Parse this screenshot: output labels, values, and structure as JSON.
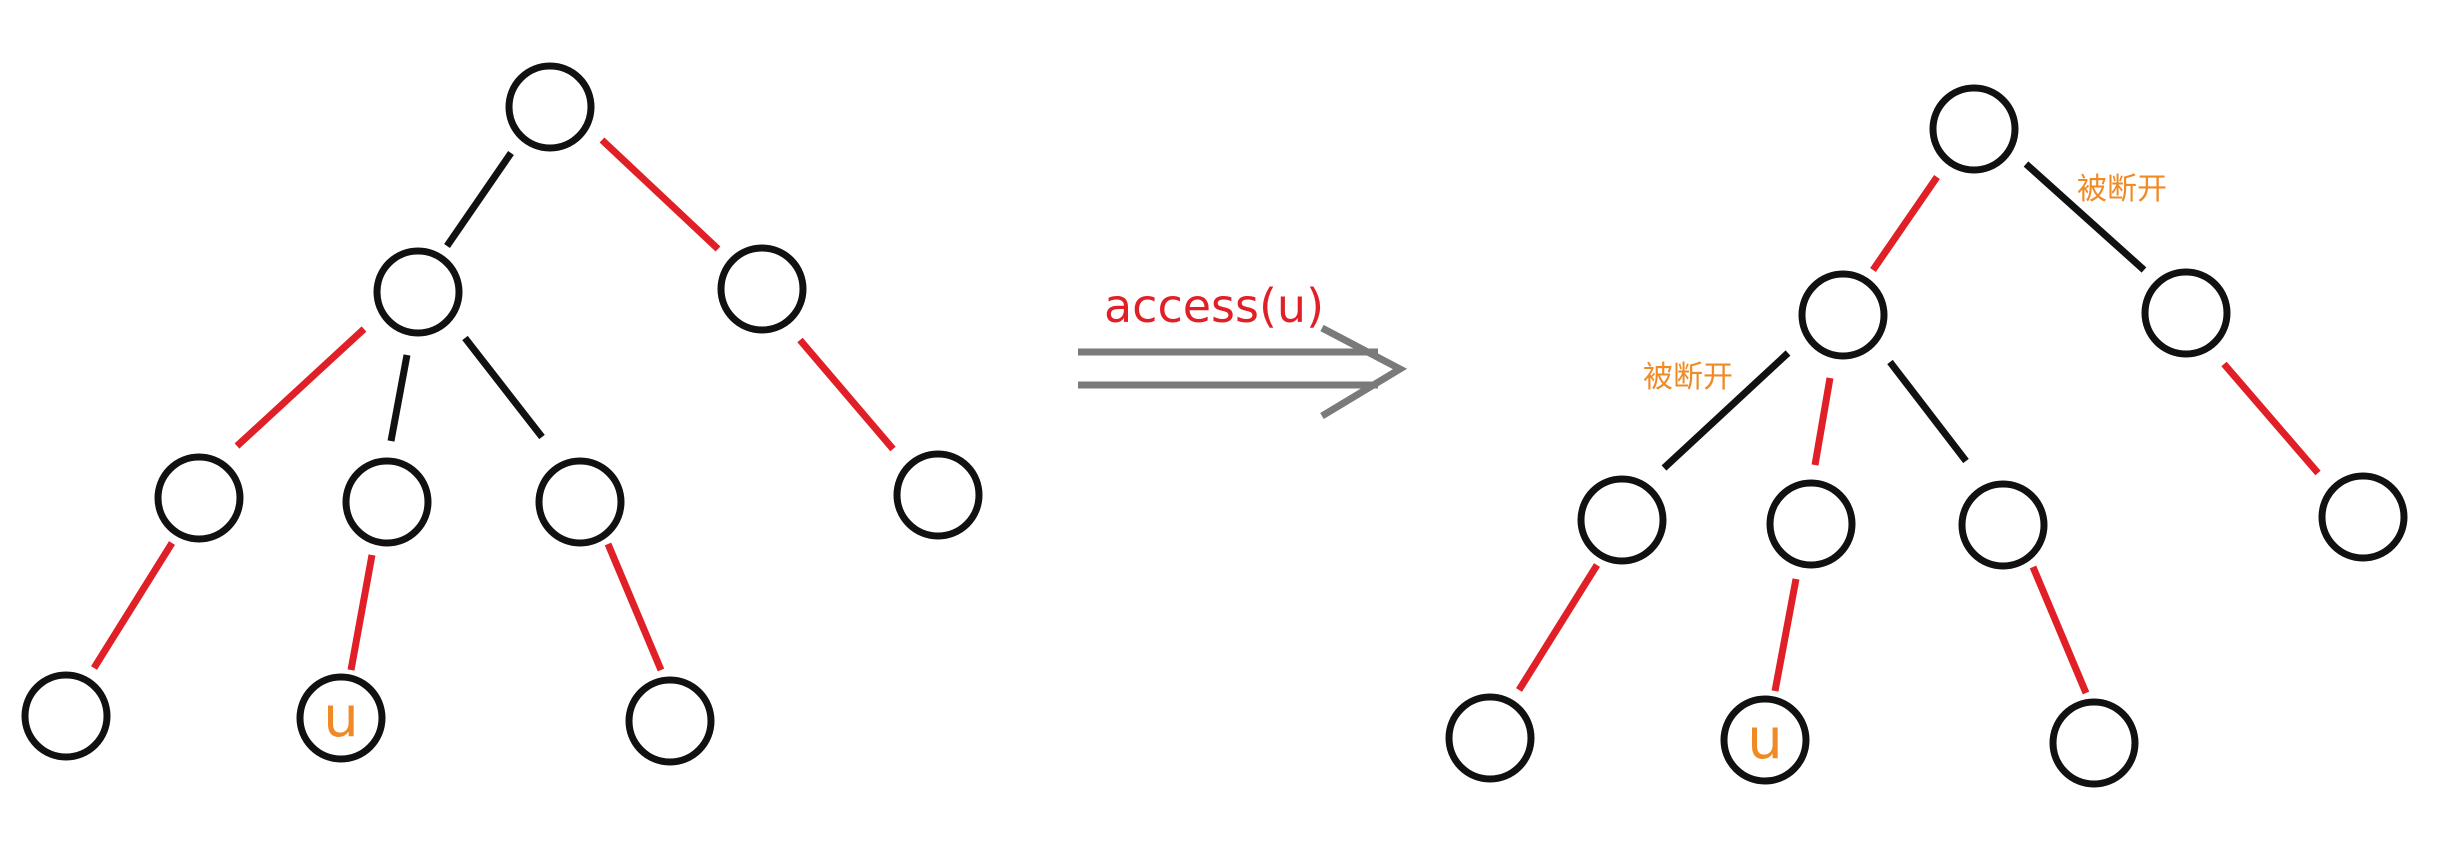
{
  "operation": {
    "label": "access(u)"
  },
  "node_label": "u",
  "break_label": "被断开",
  "colors": {
    "preferred_edge": "#e01f26",
    "light_edge": "#111111",
    "node_stroke": "#111111",
    "highlight_text": "#f08a24",
    "arrow": "#7a7a7a"
  },
  "before": {
    "edges": [
      {
        "from": "root",
        "to": "A",
        "type": "light"
      },
      {
        "from": "root",
        "to": "B",
        "type": "preferred"
      },
      {
        "from": "A",
        "to": "C",
        "type": "preferred"
      },
      {
        "from": "A",
        "to": "D",
        "type": "light"
      },
      {
        "from": "A",
        "to": "E",
        "type": "light"
      },
      {
        "from": "B",
        "to": "F",
        "type": "preferred"
      },
      {
        "from": "C",
        "to": "G",
        "type": "preferred"
      },
      {
        "from": "D",
        "to": "u",
        "type": "preferred"
      },
      {
        "from": "E",
        "to": "H",
        "type": "preferred"
      }
    ]
  },
  "after": {
    "edges": [
      {
        "from": "root",
        "to": "A",
        "type": "preferred"
      },
      {
        "from": "root",
        "to": "B",
        "type": "light",
        "note": "被断开"
      },
      {
        "from": "A",
        "to": "C",
        "type": "light",
        "note": "被断开"
      },
      {
        "from": "A",
        "to": "D",
        "type": "preferred"
      },
      {
        "from": "A",
        "to": "E",
        "type": "light"
      },
      {
        "from": "B",
        "to": "F",
        "type": "preferred"
      },
      {
        "from": "C",
        "to": "G",
        "type": "preferred"
      },
      {
        "from": "D",
        "to": "u",
        "type": "preferred"
      },
      {
        "from": "E",
        "to": "H",
        "type": "preferred"
      }
    ]
  }
}
